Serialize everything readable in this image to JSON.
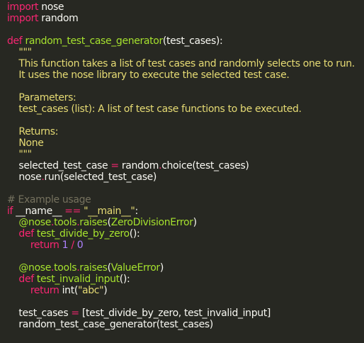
{
  "editor": {
    "theme": {
      "background": "#272822",
      "foreground": "#f8f8f2",
      "keyword": "#f92672",
      "function": "#a6e22e",
      "string": "#e6db74",
      "comment": "#75715e",
      "number": "#ae81ff"
    },
    "code_lines": [
      [
        {
          "t": "kw",
          "v": "import"
        },
        {
          "t": "plain",
          "v": " nose"
        }
      ],
      [
        {
          "t": "kw",
          "v": "import"
        },
        {
          "t": "plain",
          "v": " random"
        }
      ],
      [],
      [
        {
          "t": "kw",
          "v": "def"
        },
        {
          "t": "plain",
          "v": " "
        },
        {
          "t": "fn",
          "v": "random_test_case_generator"
        },
        {
          "t": "plain",
          "v": "(test_cases):"
        }
      ],
      [
        {
          "t": "str",
          "v": "    \"\"\""
        }
      ],
      [
        {
          "t": "str",
          "v": "    This function takes a list of test cases and randomly selects one to run."
        }
      ],
      [
        {
          "t": "str",
          "v": "    It uses the nose library to execute the selected test case."
        }
      ],
      [],
      [
        {
          "t": "str",
          "v": "    Parameters:"
        }
      ],
      [
        {
          "t": "str",
          "v": "    test_cases (list): A list of test case functions to be executed."
        }
      ],
      [],
      [
        {
          "t": "str",
          "v": "    Returns:"
        }
      ],
      [
        {
          "t": "str",
          "v": "    None"
        }
      ],
      [
        {
          "t": "str",
          "v": "    \"\"\""
        }
      ],
      [
        {
          "t": "plain",
          "v": "    selected_test_case "
        },
        {
          "t": "op",
          "v": "="
        },
        {
          "t": "plain",
          "v": " random"
        },
        {
          "t": "op",
          "v": "."
        },
        {
          "t": "plain",
          "v": "choice(test_cases)"
        }
      ],
      [
        {
          "t": "plain",
          "v": "    nose"
        },
        {
          "t": "op",
          "v": "."
        },
        {
          "t": "plain",
          "v": "run(selected_test_case)"
        }
      ],
      [],
      [
        {
          "t": "cm",
          "v": "# Example usage"
        }
      ],
      [
        {
          "t": "kw",
          "v": "if"
        },
        {
          "t": "plain",
          "v": " __name__ "
        },
        {
          "t": "op",
          "v": "=="
        },
        {
          "t": "plain",
          "v": " "
        },
        {
          "t": "str",
          "v": "\"__main__\""
        },
        {
          "t": "plain",
          "v": ":"
        }
      ],
      [
        {
          "t": "plain",
          "v": "    "
        },
        {
          "t": "deco",
          "v": "@nose"
        },
        {
          "t": "op",
          "v": "."
        },
        {
          "t": "deco",
          "v": "tools"
        },
        {
          "t": "op",
          "v": "."
        },
        {
          "t": "deco",
          "v": "raises"
        },
        {
          "t": "plain",
          "v": "("
        },
        {
          "t": "fn",
          "v": "ZeroDivisionError"
        },
        {
          "t": "plain",
          "v": ")"
        }
      ],
      [
        {
          "t": "plain",
          "v": "    "
        },
        {
          "t": "kw",
          "v": "def"
        },
        {
          "t": "plain",
          "v": " "
        },
        {
          "t": "fn",
          "v": "test_divide_by_zero"
        },
        {
          "t": "plain",
          "v": "():"
        }
      ],
      [
        {
          "t": "plain",
          "v": "        "
        },
        {
          "t": "kw",
          "v": "return"
        },
        {
          "t": "plain",
          "v": " "
        },
        {
          "t": "num",
          "v": "1"
        },
        {
          "t": "plain",
          "v": " "
        },
        {
          "t": "op",
          "v": "/"
        },
        {
          "t": "plain",
          "v": " "
        },
        {
          "t": "num",
          "v": "0"
        }
      ],
      [],
      [
        {
          "t": "plain",
          "v": "    "
        },
        {
          "t": "deco",
          "v": "@nose"
        },
        {
          "t": "op",
          "v": "."
        },
        {
          "t": "deco",
          "v": "tools"
        },
        {
          "t": "op",
          "v": "."
        },
        {
          "t": "deco",
          "v": "raises"
        },
        {
          "t": "plain",
          "v": "("
        },
        {
          "t": "fn",
          "v": "ValueError"
        },
        {
          "t": "plain",
          "v": ")"
        }
      ],
      [
        {
          "t": "plain",
          "v": "    "
        },
        {
          "t": "kw",
          "v": "def"
        },
        {
          "t": "plain",
          "v": " "
        },
        {
          "t": "fn",
          "v": "test_invalid_input"
        },
        {
          "t": "plain",
          "v": "():"
        }
      ],
      [
        {
          "t": "plain",
          "v": "        "
        },
        {
          "t": "kw",
          "v": "return"
        },
        {
          "t": "plain",
          "v": " int("
        },
        {
          "t": "str",
          "v": "\"abc\""
        },
        {
          "t": "plain",
          "v": ")"
        }
      ],
      [],
      [
        {
          "t": "plain",
          "v": "    test_cases "
        },
        {
          "t": "op",
          "v": "="
        },
        {
          "t": "plain",
          "v": " [test_divide_by_zero, test_invalid_input]"
        }
      ],
      [
        {
          "t": "plain",
          "v": "    random_test_case_generator(test_cases)"
        }
      ]
    ]
  }
}
